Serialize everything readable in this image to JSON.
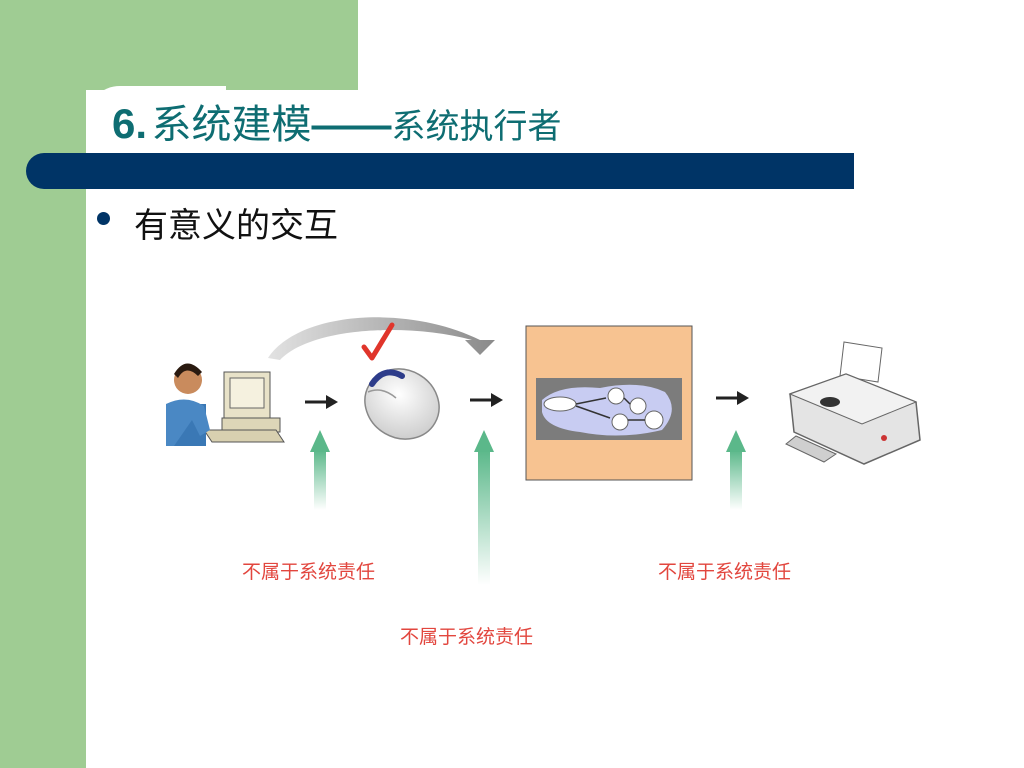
{
  "slide": {
    "title_number": "6.",
    "title_main": "系统建模",
    "title_dash": "——",
    "title_sub": "系统执行者"
  },
  "bullets": [
    {
      "text": "有意义的交互"
    }
  ],
  "diagram": {
    "labels": [
      {
        "text": "不属于系统责任"
      },
      {
        "text": "不属于系统责任"
      },
      {
        "text": "不属于系统责任"
      }
    ],
    "icons": [
      "user-at-computer-icon",
      "mouse-icon",
      "checkmark-icon",
      "system-model-icon",
      "printer-icon"
    ],
    "colors": {
      "label_red": "#e2463e",
      "up_arrow_green": "#5bb88a",
      "system_box": "#f7c391",
      "title_teal": "#0e6d72",
      "bar_navy": "#003466",
      "side_green": "#9fcc93"
    }
  }
}
